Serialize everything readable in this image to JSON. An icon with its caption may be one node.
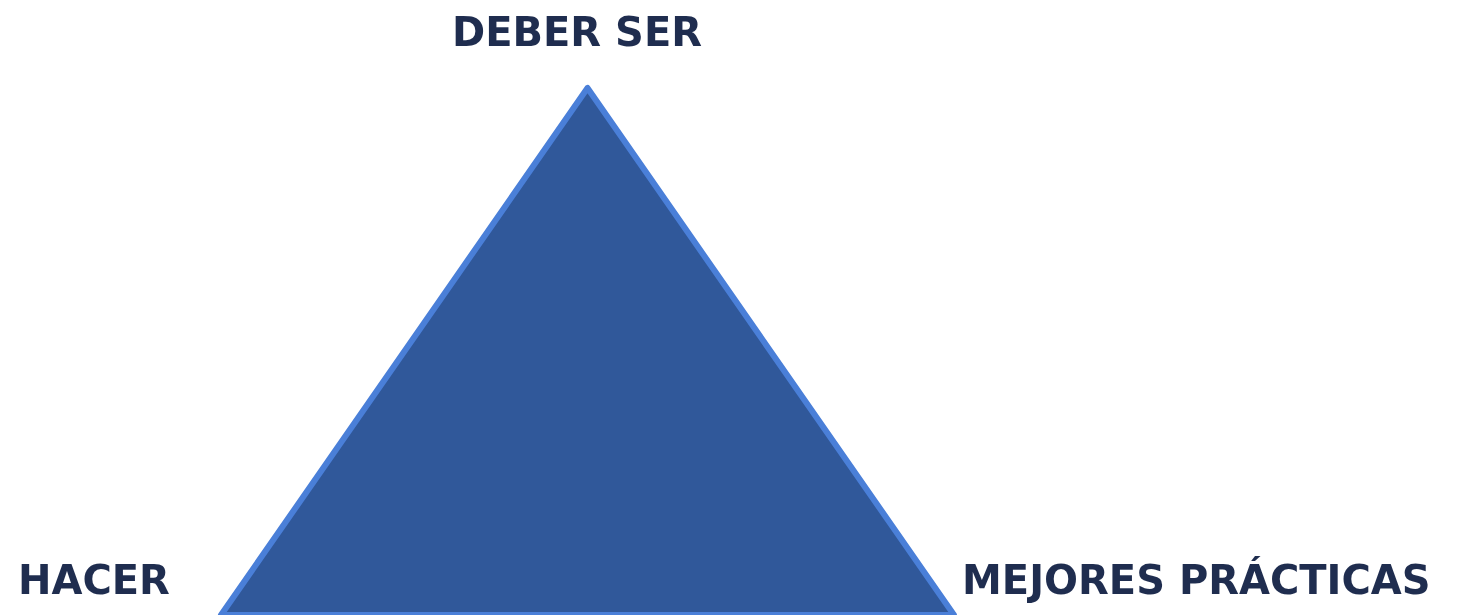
{
  "diagram": {
    "nodes": [
      {
        "text": [],
        "shape": "triangle",
        "beside": [
          "DEBER SER",
          "HACER",
          "MEJORES PRÁCTICAS"
        ]
      }
    ]
  }
}
